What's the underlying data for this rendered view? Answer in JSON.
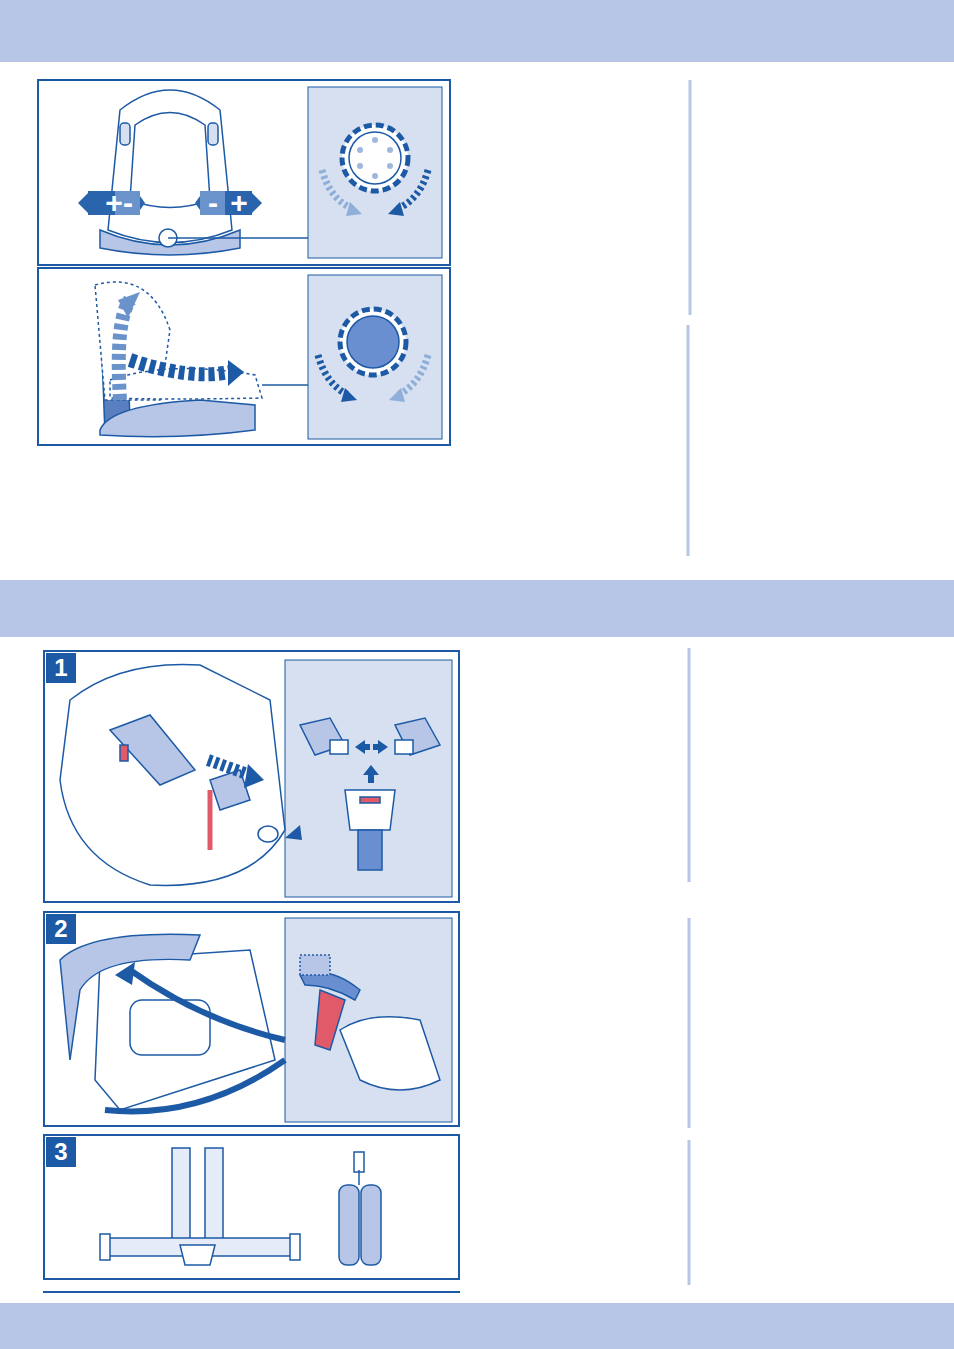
{
  "diagram": {
    "nodes": [
      {
        "text": [
          "1"
        ]
      },
      {
        "text": [
          "2"
        ]
      },
      {
        "text": [
          "3"
        ]
      }
    ],
    "labels": [
      "+",
      "-",
      "-",
      "+"
    ]
  }
}
